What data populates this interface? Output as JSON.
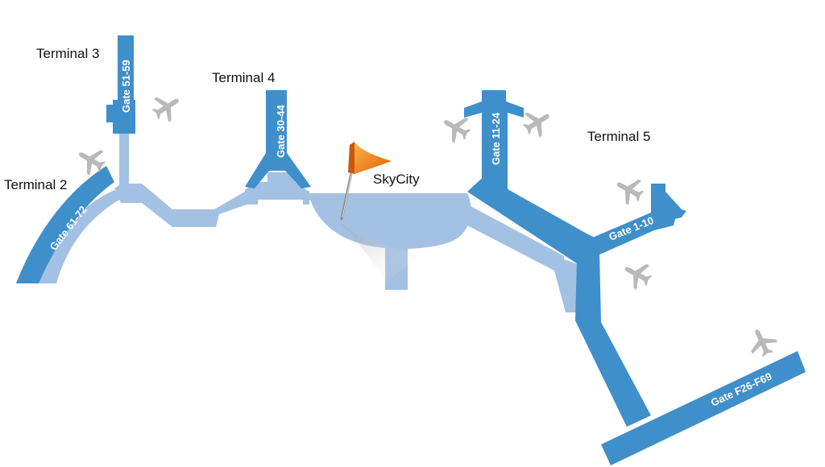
{
  "colors": {
    "pier": "#3f8fca",
    "concourse": "#a3c1e2",
    "plane": "#b9b9b9",
    "flag": "#f07d12",
    "text": "#111111"
  },
  "terminals": [
    {
      "id": "terminal-2",
      "label": "Terminal 2"
    },
    {
      "id": "terminal-3",
      "label": "Terminal 3"
    },
    {
      "id": "terminal-4",
      "label": "Terminal 4"
    },
    {
      "id": "terminal-5",
      "label": "Terminal 5"
    }
  ],
  "gates": [
    {
      "id": "gate-61-72",
      "label": "Gate 61-72"
    },
    {
      "id": "gate-51-59",
      "label": "Gate 51-59"
    },
    {
      "id": "gate-30-44",
      "label": "Gate 30-44"
    },
    {
      "id": "gate-11-24",
      "label": "Gate 11-24"
    },
    {
      "id": "gate-1-10",
      "label": "Gate 1-10"
    },
    {
      "id": "gate-f26-f69",
      "label": "Gate F26-F69"
    }
  ],
  "poi": {
    "label": "SkyCity",
    "icon": "flag-pin-icon"
  },
  "plane_icon": "airplane-icon"
}
